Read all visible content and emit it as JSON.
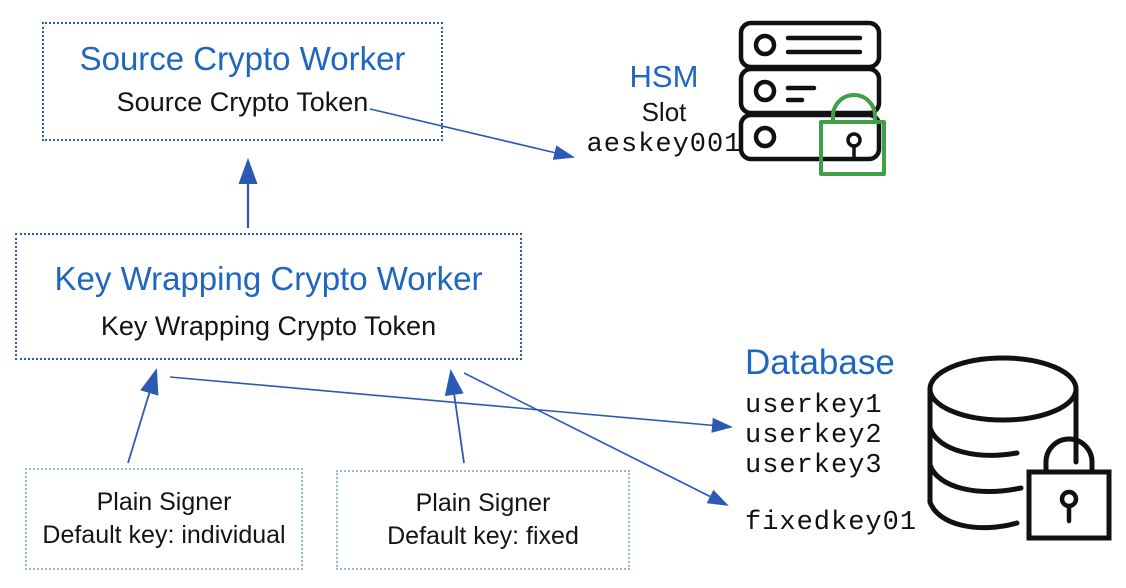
{
  "colors": {
    "heading_blue": "#1e66c0",
    "connector_blue": "#2b5ab4",
    "worker_border_blue": "#2b5ab4",
    "signer_border_blue": "#94b7e3",
    "lock_green": "#3fa047",
    "icon_black": "#111111"
  },
  "nodes": {
    "source_worker": {
      "title": "Source Crypto Worker",
      "subtitle": "Source Crypto Token"
    },
    "key_wrapping_worker": {
      "title": "Key Wrapping Crypto Worker",
      "subtitle": "Key Wrapping Crypto Token"
    },
    "plain_signer_individual": {
      "line1": "Plain Signer",
      "line2": "Default key: individual"
    },
    "plain_signer_fixed": {
      "line1": "Plain Signer",
      "line2": "Default key: fixed"
    },
    "hsm": {
      "title": "HSM",
      "slot_label": "Slot",
      "key_name": "aeskey001"
    },
    "database": {
      "title": "Database",
      "user_keys": [
        "userkey1",
        "userkey2",
        "userkey3"
      ],
      "fixed_key": "fixedkey01"
    }
  }
}
